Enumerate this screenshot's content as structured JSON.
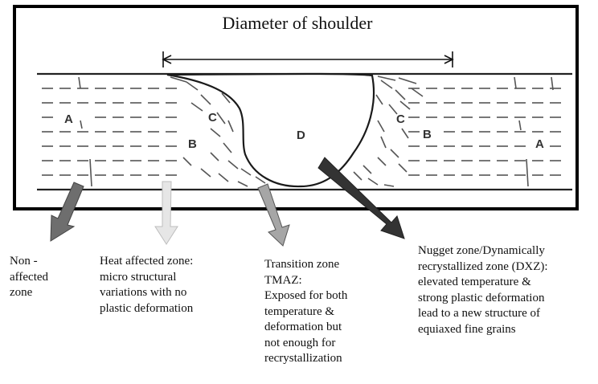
{
  "title": "Diameter of shoulder",
  "zones": {
    "a": "A",
    "b": "B",
    "c": "C",
    "d": "D"
  },
  "captions": {
    "non_affected": "Non -\naffected\nzone",
    "haz": "Heat affected zone:\nmicro structural\nvariations with no\nplastic deformation",
    "tmaz": "Transition zone\nTMAZ:\nExposed for both\ntemperature &\ndeformation but\nnot enough for\nrecrystallization",
    "nugget": "Nugget zone/Dynamically\nrecrystallized zone (DXZ):\nelevated temperature &\nstrong plastic deformation\nlead to a new structure of\nequiaxed fine grains"
  },
  "colors": {
    "frame": "#000000",
    "arrow_non_affected": "#6e6e6e",
    "arrow_haz": "#e6e6e6",
    "arrow_tmaz": "#a6a6a6",
    "arrow_nugget": "#333333"
  }
}
